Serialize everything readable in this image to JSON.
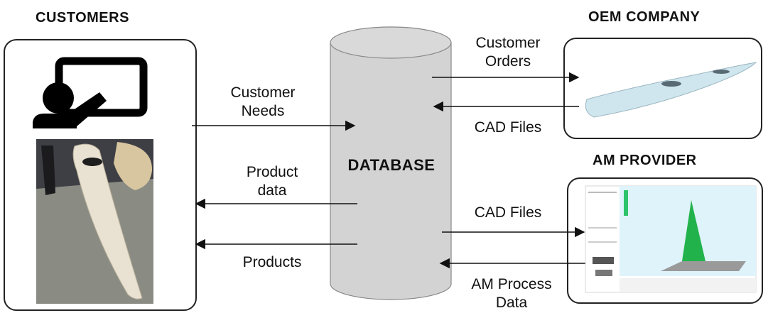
{
  "customers": {
    "title": "CUSTOMERS",
    "icon": "teacher-presentation-icon",
    "photo": "kayak-hull-photo"
  },
  "database": {
    "label": "DATABASE"
  },
  "oem": {
    "title": "OEM COMPANY",
    "image": "kayak-cad-model"
  },
  "am": {
    "title": "AM PROVIDER",
    "image": "am-slicer-software-screenshot"
  },
  "flows": {
    "customer_needs": "Customer\nNeeds",
    "product_data": "Product\ndata",
    "products": "Products",
    "customer_orders": "Customer\nOrders",
    "cad_files_oem": "CAD Files",
    "cad_files_am": "CAD Files",
    "am_process_data": "AM Process\nData"
  },
  "colors": {
    "cylinder": "#d3d3d3",
    "cad_green": "#22b24c",
    "slicer_bg": "#dff3fb"
  }
}
